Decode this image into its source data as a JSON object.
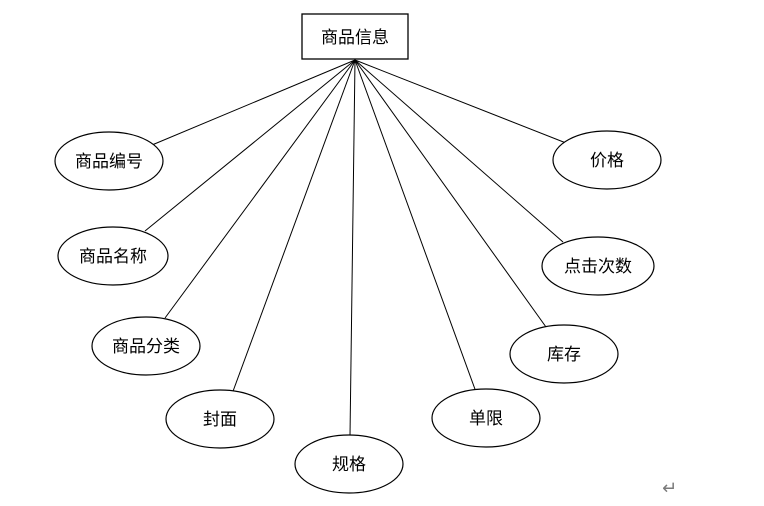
{
  "entity": {
    "label": "商品信息"
  },
  "attributes": [
    {
      "label": "商品编号"
    },
    {
      "label": "商品名称"
    },
    {
      "label": "商品分类"
    },
    {
      "label": "封面"
    },
    {
      "label": "规格"
    },
    {
      "label": "单限"
    },
    {
      "label": "库存"
    },
    {
      "label": "点击次数"
    },
    {
      "label": "价格"
    }
  ],
  "paragraph_mark": {
    "glyph": "↵"
  }
}
